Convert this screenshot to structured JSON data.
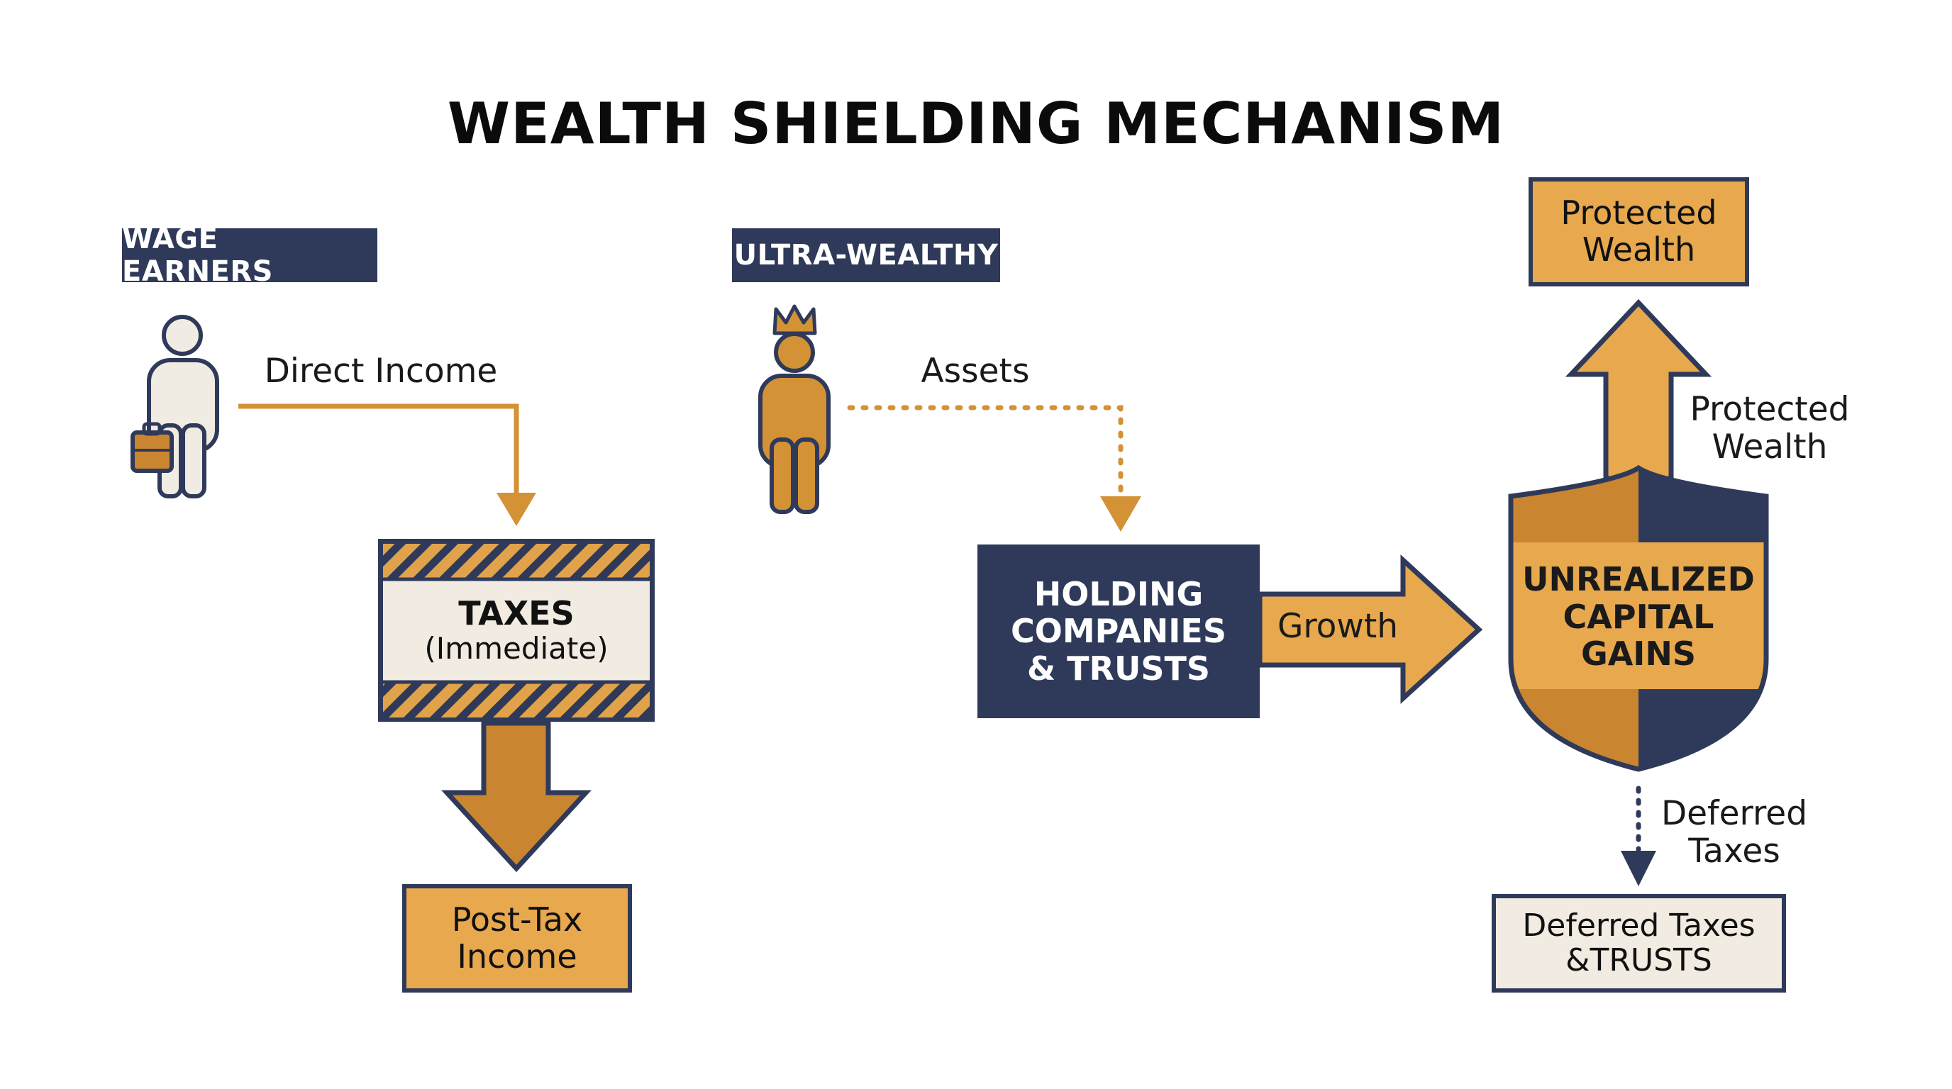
{
  "title": "WEALTH SHIELDING MECHANISM",
  "wage_earners": {
    "tag": "WAGE EARNERS",
    "flow_label": "Direct Income",
    "taxes_title": "TAXES",
    "taxes_sub": "(Immediate)",
    "result_line1": "Post-Tax",
    "result_line2": "Income"
  },
  "ultra_wealthy": {
    "tag": "ULTRA-WEALTHY",
    "flow_label": "Assets",
    "holding_line1": "HOLDING",
    "holding_line2": "COMPANIES",
    "holding_line3": "& TRUSTS",
    "growth_label": "Growth",
    "shield_line1": "UNREALIZED",
    "shield_line2": "CAPITAL",
    "shield_line3": "GAINS",
    "up_label_line1": "Protected",
    "up_label_line2": "Wealth",
    "top_box_line1": "Protected",
    "top_box_line2": "Wealth",
    "down_label_line1": "Deferred",
    "down_label_line2": "Taxes",
    "bottom_box_line1": "Deferred Taxes",
    "bottom_box_line2": "&TRUSTS"
  },
  "colors": {
    "navy": "#2f3a5a",
    "orange": "#e7a84e",
    "dark_orange": "#c98530",
    "cream": "#f1ebe1"
  }
}
